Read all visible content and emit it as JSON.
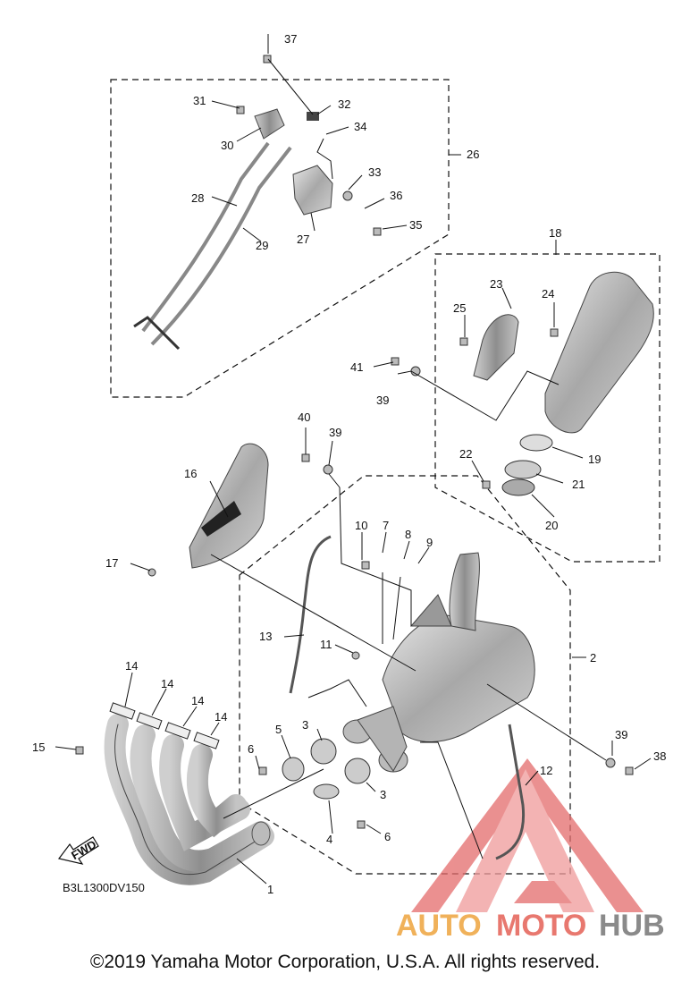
{
  "diagram": {
    "code": "B3L1300DV150",
    "fwd": "FWD",
    "callouts": {
      "c1": "1",
      "c2": "2",
      "c3a": "3",
      "c3b": "3",
      "c4": "4",
      "c5": "5",
      "c6a": "6",
      "c6b": "6",
      "c7": "7",
      "c8": "8",
      "c9": "9",
      "c10": "10",
      "c11": "11",
      "c12": "12",
      "c13": "13",
      "c14a": "14",
      "c14b": "14",
      "c14c": "14",
      "c14d": "14",
      "c15": "15",
      "c16": "16",
      "c17": "17",
      "c18": "18",
      "c19": "19",
      "c20": "20",
      "c21": "21",
      "c22": "22",
      "c23": "23",
      "c24": "24",
      "c25": "25",
      "c26": "26",
      "c27": "27",
      "c28": "28",
      "c29": "29",
      "c30": "30",
      "c31": "31",
      "c32": "32",
      "c33": "33",
      "c34": "34",
      "c35": "35",
      "c36": "36",
      "c37": "37",
      "c38": "38",
      "c39a": "39",
      "c39b": "39",
      "c39c": "39",
      "c40": "40",
      "c41": "41"
    }
  },
  "watermark": {
    "auto": "AUTO",
    "moto": "MOTO",
    "hub": "HUB"
  },
  "copyright": "©2019 Yamaha Motor Corporation, U.S.A. All rights reserved."
}
